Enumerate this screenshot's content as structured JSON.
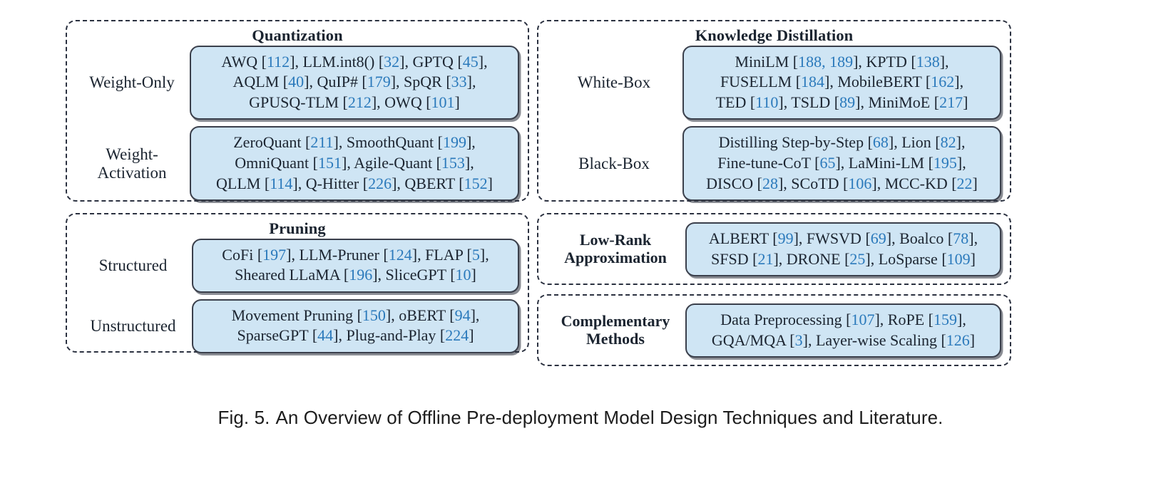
{
  "figure": {
    "caption_label": "Fig. 5.",
    "caption_text": "An Overview of Offline Pre-deployment Model Design Techniques and Literature.",
    "colors": {
      "pill_fill": "#cfe5f4",
      "pill_border": "#3a3f4b",
      "citation_blue": "#2a79bb",
      "text": "#1b2430",
      "panel_border": "#2b3140",
      "background": "#ffffff"
    }
  },
  "left_column": {
    "groups": [
      {
        "title": "Quantization",
        "rows": [
          {
            "label": "Weight-Only",
            "lines": [
              "AWQ [112], LLM.int8() [32], GPTQ [45],",
              "AQLM [40], QuIP# [179], SpQR [33],",
              "GPUSQ-TLM [212], OWQ [101]"
            ],
            "entries": [
              {
                "name": "AWQ",
                "ref": "112"
              },
              {
                "name": "LLM.int8()",
                "ref": "32"
              },
              {
                "name": "GPTQ",
                "ref": "45"
              },
              {
                "name": "AQLM",
                "ref": "40"
              },
              {
                "name": "QuIP#",
                "ref": "179"
              },
              {
                "name": "SpQR",
                "ref": "33"
              },
              {
                "name": "GPUSQ-TLM",
                "ref": "212"
              },
              {
                "name": "OWQ",
                "ref": "101"
              }
            ]
          },
          {
            "label": "Weight-\nActivation",
            "label_line1": "Weight-",
            "label_line2": "Activation",
            "lines": [
              "ZeroQuant [211], SmoothQuant [199],",
              "OmniQuant [151], Agile-Quant [153],",
              "QLLM [114], Q-Hitter [226], QBERT [152]"
            ],
            "entries": [
              {
                "name": "ZeroQuant",
                "ref": "211"
              },
              {
                "name": "SmoothQuant",
                "ref": "199"
              },
              {
                "name": "OmniQuant",
                "ref": "151"
              },
              {
                "name": "Agile-Quant",
                "ref": "153"
              },
              {
                "name": "QLLM",
                "ref": "114"
              },
              {
                "name": "Q-Hitter",
                "ref": "226"
              },
              {
                "name": "QBERT",
                "ref": "152"
              }
            ]
          }
        ]
      },
      {
        "title": "Pruning",
        "rows": [
          {
            "label": "Structured",
            "lines": [
              "CoFi [197], LLM-Pruner [124], FLAP [5],",
              "Sheared LLaMA [196], SliceGPT [10]"
            ],
            "entries": [
              {
                "name": "CoFi",
                "ref": "197"
              },
              {
                "name": "LLM-Pruner",
                "ref": "124"
              },
              {
                "name": "FLAP",
                "ref": "5"
              },
              {
                "name": "Sheared LLaMA",
                "ref": "196"
              },
              {
                "name": "SliceGPT",
                "ref": "10"
              }
            ]
          },
          {
            "label": "Unstructured",
            "lines": [
              "Movement Pruning [150], oBERT [94],",
              "SparseGPT [44], Plug-and-Play [224]"
            ],
            "entries": [
              {
                "name": "Movement Pruning",
                "ref": "150"
              },
              {
                "name": "oBERT",
                "ref": "94"
              },
              {
                "name": "SparseGPT",
                "ref": "44"
              },
              {
                "name": "Plug-and-Play",
                "ref": "224"
              }
            ]
          }
        ]
      }
    ]
  },
  "right_column": {
    "groups": [
      {
        "title": "Knowledge Distillation",
        "rows": [
          {
            "label": "White-Box",
            "lines": [
              "MiniLM [188, 189], KPTD [138],",
              "FUSELLM [184], MobileBERT [162],",
              "TED [110], TSLD [89], MiniMoE [217]"
            ],
            "entries": [
              {
                "name": "MiniLM",
                "ref": "188, 189"
              },
              {
                "name": "KPTD",
                "ref": "138"
              },
              {
                "name": "FUSELLM",
                "ref": "184"
              },
              {
                "name": "MobileBERT",
                "ref": "162"
              },
              {
                "name": "TED",
                "ref": "110"
              },
              {
                "name": "TSLD",
                "ref": "89"
              },
              {
                "name": "MiniMoE",
                "ref": "217"
              }
            ]
          },
          {
            "label": "Black-Box",
            "lines": [
              "Distilling Step-by-Step [68], Lion [82],",
              "Fine-tune-CoT [65], LaMini-LM [195],",
              "DISCO [28], SCoTD [106], MCC-KD [22]"
            ],
            "entries": [
              {
                "name": "Distilling Step-by-Step",
                "ref": "68"
              },
              {
                "name": "Lion",
                "ref": "82"
              },
              {
                "name": "Fine-tune-CoT",
                "ref": "65"
              },
              {
                "name": "LaMini-LM",
                "ref": "195"
              },
              {
                "name": "DISCO",
                "ref": "28"
              },
              {
                "name": "SCoTD",
                "ref": "106"
              },
              {
                "name": "MCC-KD",
                "ref": "22"
              }
            ]
          }
        ]
      },
      {
        "title": "",
        "rows": [
          {
            "label_line1": "Low-Rank",
            "label_line2": "Approximation",
            "bold_label": true,
            "lines": [
              "ALBERT [99], FWSVD [69], Boalco [78],",
              "SFSD [21], DRONE [25], LoSparse [109]"
            ],
            "entries": [
              {
                "name": "ALBERT",
                "ref": "99"
              },
              {
                "name": "FWSVD",
                "ref": "69"
              },
              {
                "name": "Boalco",
                "ref": "78"
              },
              {
                "name": "SFSD",
                "ref": "21"
              },
              {
                "name": "DRONE",
                "ref": "25"
              },
              {
                "name": "LoSparse",
                "ref": "109"
              }
            ]
          }
        ]
      },
      {
        "title": "",
        "rows": [
          {
            "label_line1": "Complementary",
            "label_line2": "Methods",
            "bold_label": true,
            "lines": [
              "Data Preprocessing [107], RoPE [159],",
              "GQA/MQA [3], Layer-wise Scaling [126]"
            ],
            "entries": [
              {
                "name": "Data Preprocessing",
                "ref": "107"
              },
              {
                "name": "RoPE",
                "ref": "159"
              },
              {
                "name": "GQA/MQA",
                "ref": "3"
              },
              {
                "name": "Layer-wise Scaling",
                "ref": "126"
              }
            ]
          }
        ]
      }
    ]
  }
}
